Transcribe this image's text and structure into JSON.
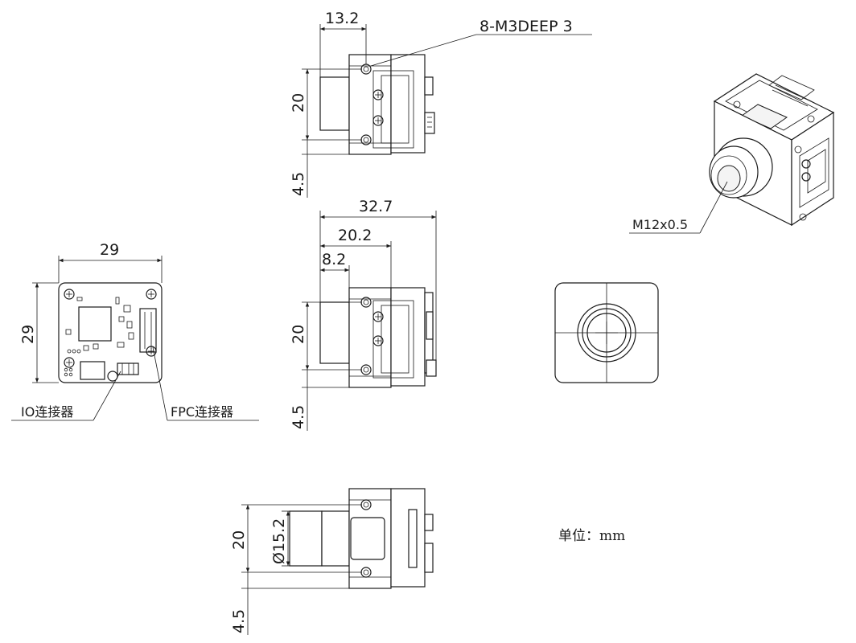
{
  "top_view": {
    "dim_width": "13.2",
    "dim_height": "20",
    "dim_offset": "4.5",
    "hole_callout": "8-M3DEEP 3"
  },
  "middle_view": {
    "dim_total": "32.7",
    "dim_body": "20.2",
    "dim_lens": "8.2",
    "dim_height": "20",
    "dim_offset": "4.5"
  },
  "pcb_view": {
    "dim_width": "29",
    "dim_height": "29",
    "io_label": "IO连接器",
    "fpc_label": "FPC连接器"
  },
  "bottom_view": {
    "dim_height": "20",
    "dim_diameter": "Ø15.2",
    "dim_offset": "4.5"
  },
  "iso_view": {
    "thread_label": "M12x0.5"
  },
  "unit_note": "单位：mm"
}
